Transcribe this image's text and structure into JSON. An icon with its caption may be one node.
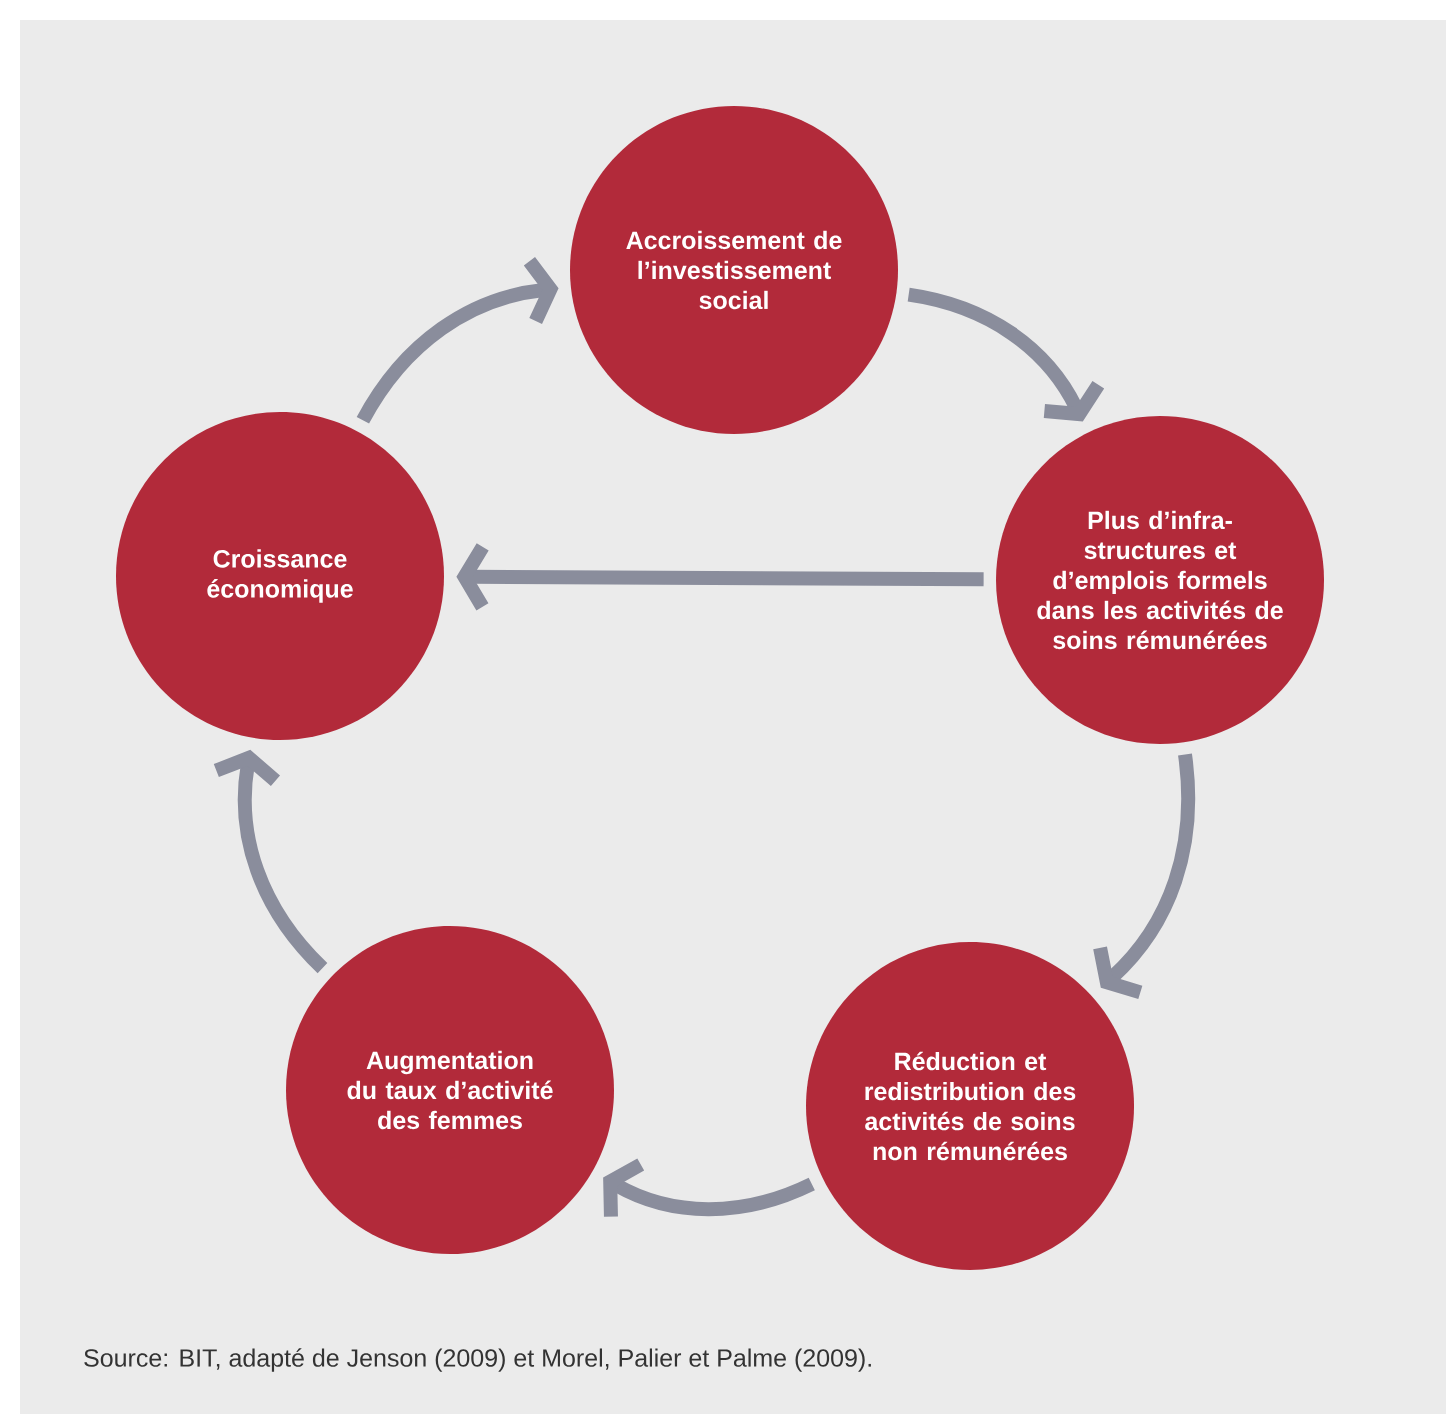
{
  "diagram": {
    "caption": "Source: BIT, adapté de Jenson (2009) et Morel, Palier et Palme (2009).",
    "nodes": [
      {
        "text": [
          "Accroissement de l’investissement social"
        ]
      },
      {
        "text": [
          "Plus d’infra-structures et d’emplois formels dans les activités de soins rémunérées"
        ]
      },
      {
        "text": [
          "Réduction et redistribution des activités de soins non rémunérées"
        ]
      },
      {
        "text": [
          "Augmentation du taux d’activité des femmes"
        ]
      },
      {
        "text": [
          "Croissance économique"
        ]
      }
    ],
    "edges": [
      {
        "from": 4,
        "to": 0,
        "arrow": "to"
      },
      {
        "from": 0,
        "to": 1,
        "arrow": "to"
      },
      {
        "from": 1,
        "to": 2,
        "arrow": "to"
      },
      {
        "from": 2,
        "to": 3,
        "arrow": "to"
      },
      {
        "from": 3,
        "to": 4,
        "arrow": "to"
      },
      {
        "from": 1,
        "to": 4,
        "arrow": "to"
      }
    ]
  }
}
